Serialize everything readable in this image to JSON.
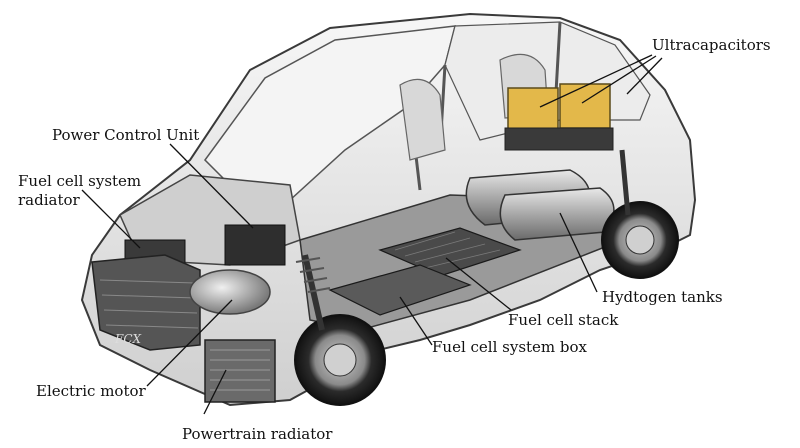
{
  "labels": {
    "ultracapacitors": "Ultracapacitors",
    "power_control_unit": "Power Control Unit",
    "fuel_cell_system_radiator_line1": "Fuel cell system",
    "fuel_cell_system_radiator_line2": "radiator",
    "hydrogen_tanks": "Hydtogen tanks",
    "fuel_cell_stack": "Fuel cell stack",
    "fuel_cell_system_box": "Fuel cell system box",
    "electric_motor": "Electric motor",
    "powertrain_radiator": "Powertrain radiator",
    "badge_text": "FCX"
  },
  "colors": {
    "body_outline": "#3a3a3a",
    "body_fill": "#eeeeee",
    "glass": "#f4f4f4",
    "dark_part": "#2a2a2a",
    "mid_part": "#7a7a7a",
    "capacitor": "#e3b84a",
    "leader": "#111111",
    "text": "#111111"
  }
}
